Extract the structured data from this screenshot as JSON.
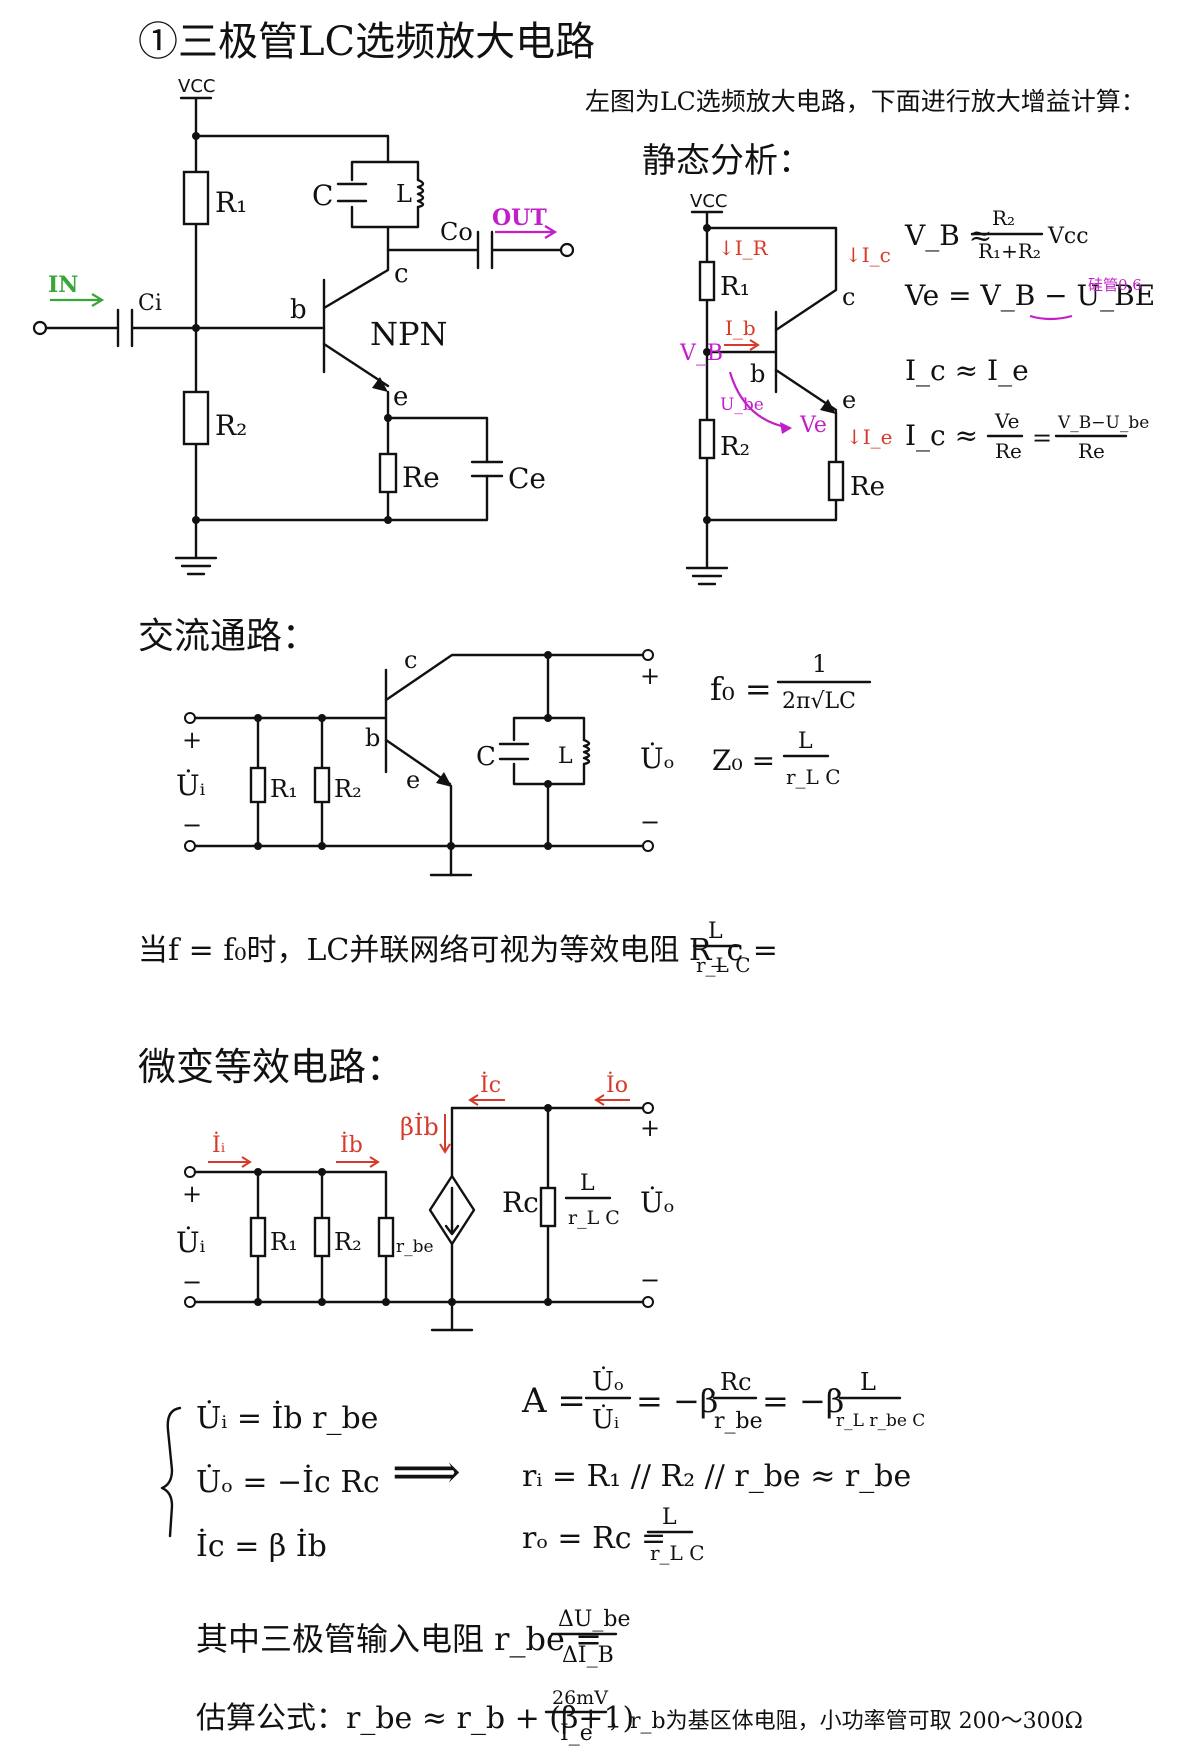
{
  "title": "①三极管LC选频放大电路",
  "intro": "左图为LC选频放大电路，下面进行放大增益计算：",
  "sections": {
    "static": "静态分析：",
    "ac": "交流通路：",
    "small_signal": "微变等效电路："
  },
  "circuit1": {
    "vcc": "VCC",
    "r1": "R₁",
    "r2": "R₂",
    "c": "C",
    "l": "L",
    "co": "Co",
    "out": "OUT",
    "in": "IN",
    "ci": "Ci",
    "b": "b",
    "cc": "c",
    "e": "e",
    "npn": "NPN",
    "re": "Re",
    "ce": "Ce"
  },
  "circuit2": {
    "vcc": "VCC",
    "ir": "↓I_R",
    "ic": "↓I_c",
    "r1": "R₁",
    "c": "c",
    "ib": "I_b",
    "vb": "V_B",
    "b": "b",
    "ube": "U_be",
    "ve": "Ve",
    "e": "e",
    "ie": "↓I_e",
    "r2": "R₂",
    "re": "Re"
  },
  "static_eq": {
    "vb_lhs": "V_B ≈",
    "vb_num": "R₂",
    "vb_den": "R₁+R₂",
    "vb_tail": "Vcc",
    "ve": "Ve = V_B − U_BE",
    "ve_note": "硅管0.6",
    "ic_ie": "I_c ≈ I_e",
    "ic_lhs": "I_c ≈",
    "ic_num1": "Ve",
    "ic_den1": "Re",
    "ic_eq": "=",
    "ic_num2": "V_B−U_be",
    "ic_den2": "Re"
  },
  "circuit3": {
    "plus": "+",
    "minus": "−",
    "ui": "U̇ᵢ",
    "r1": "R₁",
    "r2": "R₂",
    "b": "b",
    "c": "c",
    "e": "e",
    "cap": "C",
    "l": "L",
    "uo": "U̇ₒ"
  },
  "ac_eq": {
    "f0_lhs": "f₀ =",
    "f0_num": "1",
    "f0_den": "2π√LC",
    "z0_lhs": "Z₀ =",
    "z0_num": "L",
    "z0_den": "r_L C"
  },
  "ac_note": {
    "text": "当f = f₀时，LC并联网络可视为等效电阻 R_c =",
    "num": "L",
    "den": "r_L C"
  },
  "circuit4": {
    "ii": "İᵢ",
    "ib": "İb",
    "beta_ib": "βİb",
    "ic": "İc",
    "io": "İo",
    "plus": "+",
    "minus": "−",
    "ui": "U̇ᵢ",
    "r1": "R₁",
    "r2": "R₂",
    "rbe": "r_be",
    "rc": "Rc",
    "frac_num": "L",
    "frac_den": "r_L C",
    "uo": "U̇ₒ"
  },
  "system": {
    "eq1": "U̇ᵢ = İb r_be",
    "eq2": "U̇ₒ = −İc Rc",
    "eq3": "İc = β İb",
    "arrow": "⟹"
  },
  "results": {
    "a_lhs": "A =",
    "a_num1": "U̇ₒ",
    "a_den1": "U̇ᵢ",
    "a_mid": "= −β",
    "a_num2": "Rc",
    "a_den2": "r_be",
    "a_mid2": "= −β",
    "a_num3": "L",
    "a_den3": "r_L r_be C",
    "ri": "rᵢ = R₁ // R₂ // r_be ≈ r_be",
    "ro_lhs": "rₒ = Rc =",
    "ro_num": "L",
    "ro_den": "r_L C"
  },
  "footer": {
    "line1": "其中三极管输入电阻 r_be =",
    "num1": "ΔU_be",
    "den1": "ΔI_B",
    "line2": "估算公式：r_be ≈ r_b + (β+1)",
    "num2": "26mV",
    "den2": "I_e",
    "line2_tail": "，r_b为基区体电阻，小功率管可取 200～300Ω"
  }
}
